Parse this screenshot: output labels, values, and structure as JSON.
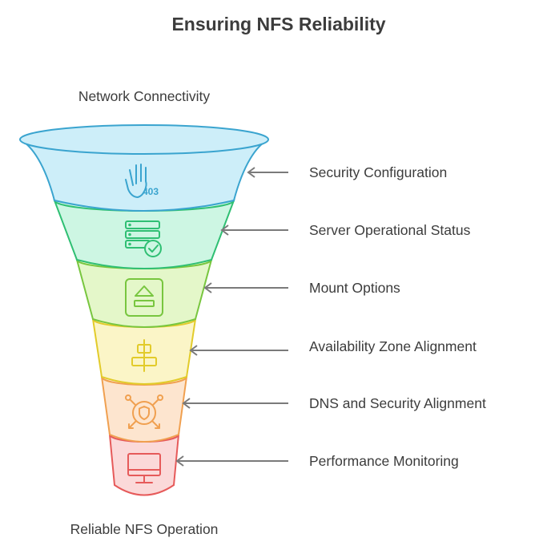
{
  "title": "Ensuring NFS Reliability",
  "top_label": "Network Connectivity",
  "bottom_label": "Reliable NFS Operation",
  "stages": [
    {
      "label": "Security Configuration",
      "icon": "hand-403-icon",
      "icon_text": "403",
      "fill": "#cdeef9",
      "stroke": "#3aa4cf"
    },
    {
      "label": "Server Operational Status",
      "icon": "server-check-icon",
      "fill": "#cdf6e3",
      "stroke": "#2fbf73"
    },
    {
      "label": "Mount Options",
      "icon": "eject-icon",
      "fill": "#e4f7c9",
      "stroke": "#78c63f"
    },
    {
      "label": "Availability Zone Alignment",
      "icon": "align-center-icon",
      "fill": "#fbf5c7",
      "stroke": "#e2cb2a"
    },
    {
      "label": "DNS and Security Alignment",
      "icon": "shield-network-icon",
      "fill": "#fde5cf",
      "stroke": "#f0a050"
    },
    {
      "label": "Performance Monitoring",
      "icon": "monitor-icon",
      "fill": "#fbd9d9",
      "stroke": "#e65a5a"
    }
  ]
}
